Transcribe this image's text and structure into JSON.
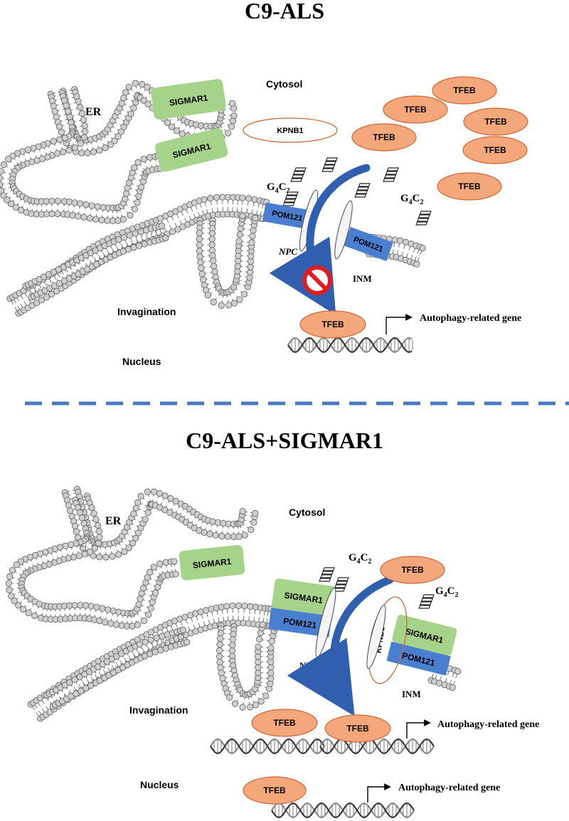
{
  "colors": {
    "tfeb_fill": "#f3a77a",
    "tfeb_stroke": "#c8693a",
    "sigmar1_fill": "#a6d38a",
    "pom121_fill": "#4a7fd0",
    "kpnb1_stroke": "#c8693a",
    "divider": "#4a78c2",
    "arrow": "#2f5fae",
    "inhibit": "#e01b24"
  },
  "panel_top": {
    "title": "C9-ALS",
    "labels": {
      "er": "ER",
      "cytosol": "Cytosol",
      "nucleus": "Nucleus",
      "invagination": "Invagination",
      "npc": "NPC",
      "inm": "INM",
      "gene": "Autophagy-related gene"
    },
    "g4c2": {
      "base": "G",
      "sub1": "4",
      "mid": "C",
      "sub2": "2"
    },
    "sigmar1_boxes": [
      "SIGMAR1",
      "SIGMAR1"
    ],
    "pom121_boxes": [
      "POM121",
      "POM121"
    ],
    "kpnb1": "KPNB1",
    "tfeb_cytosol": [
      "TFEB",
      "TFEB",
      "TFEB",
      "TFEB",
      "TFEB",
      "TFEB"
    ],
    "tfeb_nucleus": "TFEB",
    "icons": [
      "g4c2-repeat-icon",
      "inhibition-icon",
      "dna-helix-icon"
    ]
  },
  "panel_bottom": {
    "title": "C9-ALS+SIGMAR1",
    "labels": {
      "er": "ER",
      "cytosol": "Cytosol",
      "nucleus": "Nucleus",
      "invagination": "Invagination",
      "npc": "NPC",
      "inm": "INM",
      "gene_1": "Autophagy-related gene",
      "gene_2": "Autophagy-related gene"
    },
    "g4c2": {
      "base": "G",
      "sub1": "4",
      "mid": "C",
      "sub2": "2"
    },
    "sigmar1_boxes": [
      "SIGMAR1",
      "SIGMAR1",
      "SIGMAR1"
    ],
    "pom121_boxes": [
      "POM121",
      "POM121"
    ],
    "kpnb1": "KPNB1",
    "tfeb_cytosol": "TFEB",
    "tfeb_nucleus": [
      "TFEB",
      "TFEB",
      "TFEB"
    ],
    "icons": [
      "g4c2-repeat-icon",
      "dna-helix-icon"
    ]
  }
}
